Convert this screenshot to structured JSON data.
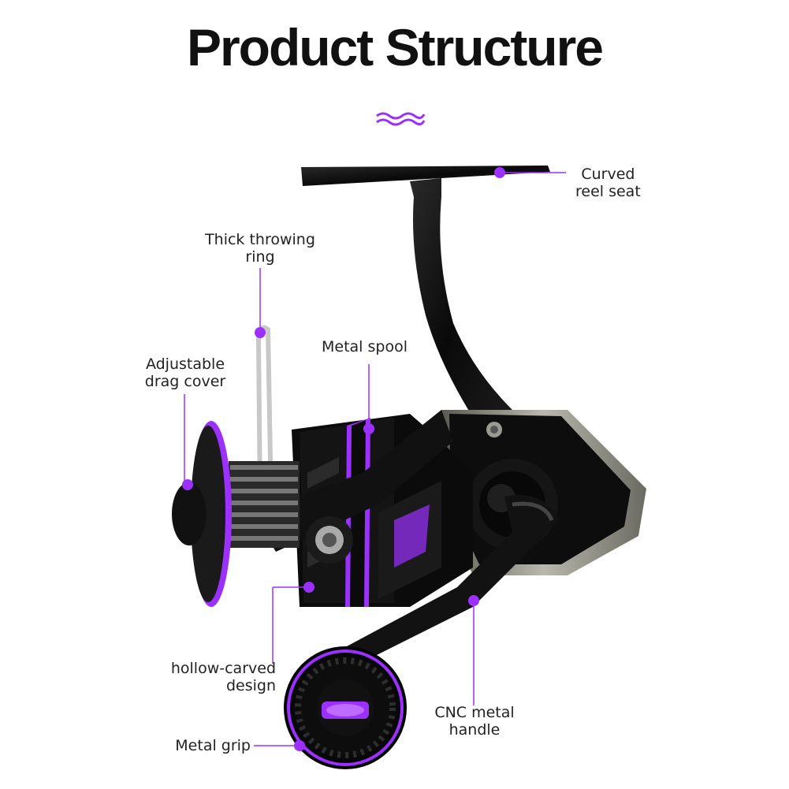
{
  "title": "Product Structure",
  "colors": {
    "accent": "#9b30ff",
    "body": "#0b0b0b",
    "metal": "#8a8a82",
    "text": "#222222"
  },
  "labels": {
    "curved_reel_seat": [
      "Curved",
      "reel seat"
    ],
    "thick_throwing_ring": [
      "Thick throwing",
      "ring"
    ],
    "metal_spool": [
      "Metal spool"
    ],
    "adjustable_drag_cover": [
      "Adjustable",
      "drag cover"
    ],
    "hollow_carved_design": [
      "hollow-carved",
      "design"
    ],
    "cnc_metal_handle": [
      "CNC metal",
      "handle"
    ],
    "metal_grip": [
      "Metal grip"
    ]
  }
}
